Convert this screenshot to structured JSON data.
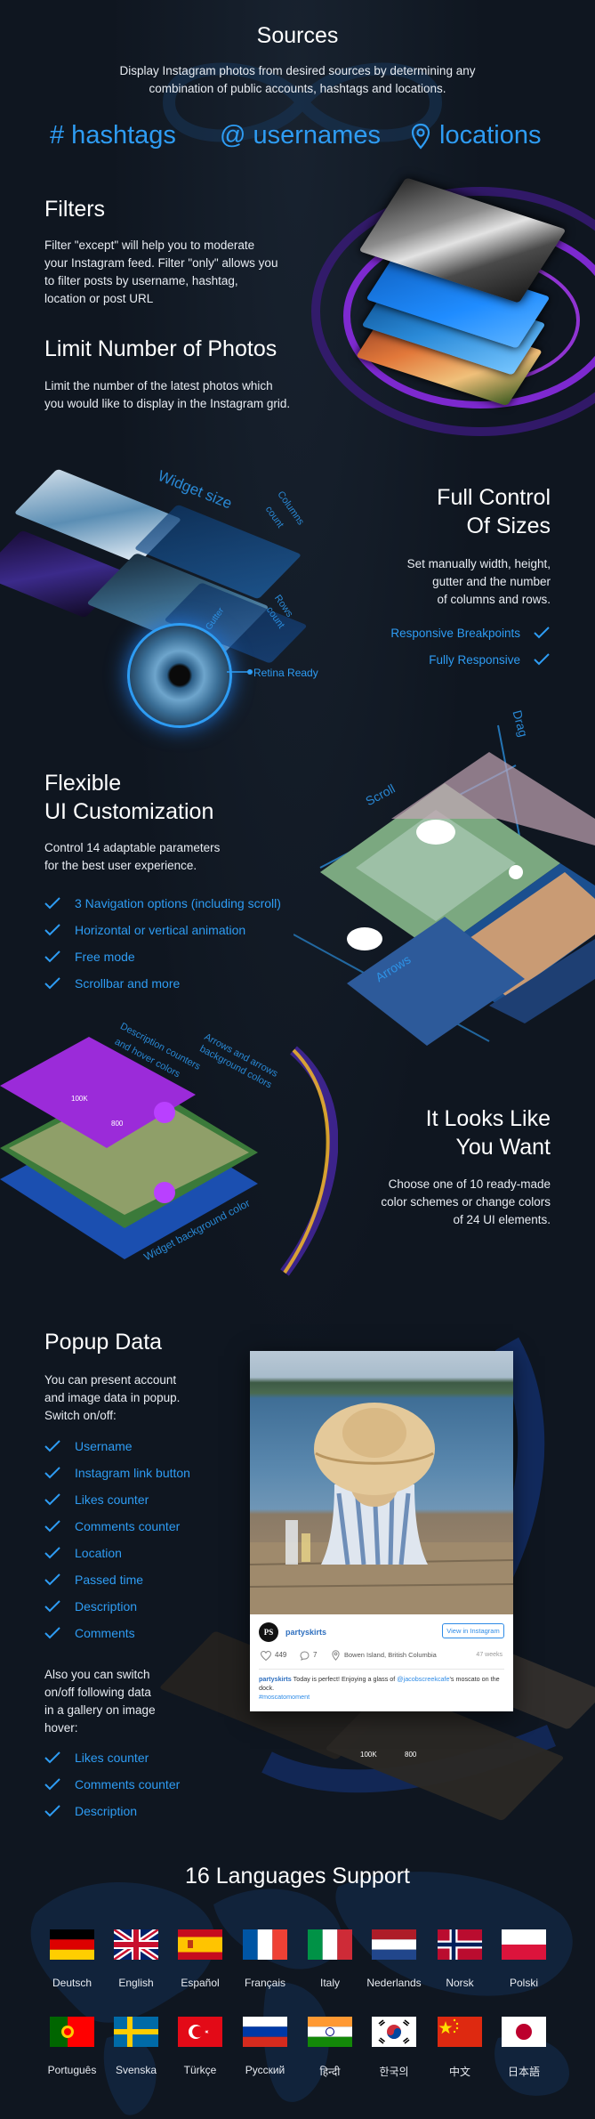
{
  "sources": {
    "title": "Sources",
    "desc1": "Display Instagram photos from desired sources by determining any",
    "desc2": "combination of public accounts, hashtags and locations.",
    "hashtags": "# hashtags",
    "usernames": "@ usernames",
    "locations": "locations"
  },
  "filters": {
    "title": "Filters",
    "lines": [
      "Filter \"except\" will help you to moderate",
      "your Instagram feed. Filter \"only\" allows you",
      "to filter posts by username, hashtag,",
      "location or post URL"
    ]
  },
  "limit": {
    "title": "Limit Number of Photos",
    "lines": [
      "Limit the number of the latest photos which",
      "you would like to display in the Instagram grid."
    ]
  },
  "sizes": {
    "title1": "Full Control",
    "title2": "Of Sizes",
    "lines": [
      "Set manually width, height,",
      "gutter and the number",
      "of columns and rows."
    ],
    "items": [
      "Responsive Breakpoints",
      "Fully Responsive"
    ],
    "label_widget": "Widget size",
    "label_columns1": "Columns",
    "label_columns2": "count",
    "label_rows1": "Rows",
    "label_rows2": "count",
    "label_gutter": "Gutter",
    "label_retina": "Retina Ready"
  },
  "ui": {
    "title1": "Flexible",
    "title2": "UI Customization",
    "lines": [
      "Control 14 adaptable parameters",
      "for the best user experience."
    ],
    "items": [
      "3 Navigation options (including scroll)",
      "Horizontal or vertical animation",
      "Free mode",
      "Scrollbar and more"
    ],
    "label_scroll": "Scroll",
    "label_drag": "Drag",
    "label_arrows": "Arrows"
  },
  "looks": {
    "title1": "It Looks Like",
    "title2": "You Want",
    "lines": [
      "Choose one of 10 ready-made",
      "color schemes or change colors",
      "of 24 UI elements."
    ],
    "label_desc1": "Description counters",
    "label_desc2": "and hover colors",
    "label_arrows1": "Arrows and arrows",
    "label_arrows2": "background colors",
    "label_widget": "Widget background color",
    "likes": "100K",
    "comments": "800"
  },
  "popup": {
    "title": "Popup Data",
    "lines": [
      "You can present account",
      "and image data in popup.",
      "Switch on/off:"
    ],
    "items": [
      "Username",
      "Instagram link button",
      "Likes counter",
      "Comments counter",
      "Location",
      "Passed time",
      "Description",
      "Comments"
    ],
    "lines2": [
      "Also you can switch",
      "on/off following data",
      "in a gallery on image",
      "hover:"
    ],
    "items2": [
      "Likes counter",
      "Comments counter",
      "Description"
    ],
    "card": {
      "avatar": "PS",
      "username": "partyskirts",
      "button": "View in Instagram",
      "likes": "449",
      "comments": "7",
      "location": "Bowen Island, British Columbia",
      "time": "47 weeks",
      "caption_user": "partyskirts",
      "caption_text": " Today is perfect! Enjoying a glass of ",
      "caption_mention": "@jacobscreekcafe",
      "caption_text2": "'s moscato on the dock.",
      "caption_tag": "#moscatomoment"
    },
    "hover_likes": "100K",
    "hover_comments": "800"
  },
  "languages": {
    "title": "16 Languages Support",
    "row1": [
      "Deutsch",
      "English",
      "Español",
      "Français",
      "Italy",
      "Nederlands",
      "Norsk",
      "Polski"
    ],
    "row2": [
      "Português",
      "Svenska",
      "Türkçe",
      "Русский",
      "हिन्दी",
      "한국의",
      "中文",
      "日本語"
    ]
  },
  "colors": {
    "accent": "#2e9cf3",
    "background": "#0f1620",
    "purple": "#9b2bd9"
  }
}
